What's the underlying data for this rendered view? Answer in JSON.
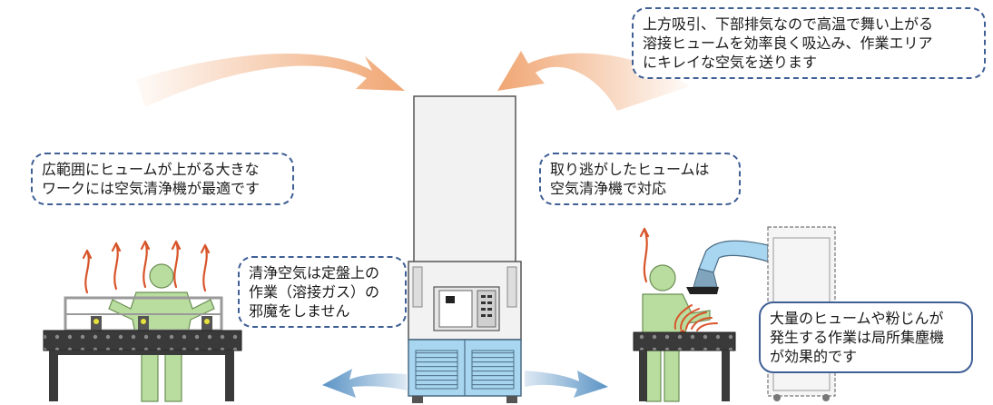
{
  "callouts": {
    "top_right": {
      "lines": [
        "上方吸引、下部排気なので高温で舞い上がる",
        "溶接ヒュームを効率良く吸込み、作業エリア",
        "にキレイな空気を送ります"
      ]
    },
    "left": {
      "lines": [
        "広範囲にヒュームが上がる大きな",
        "ワークには空気清浄機が最適です"
      ]
    },
    "center_right": {
      "lines": [
        "取り逃がしたヒュームは",
        "空気清浄機で対応"
      ]
    },
    "center": {
      "lines": [
        "清浄空気は定盤上の",
        "作業（溶接ガス）の",
        "邪魔をしません"
      ]
    },
    "bottom_right": {
      "lines": [
        "大量のヒュームや粉じんが",
        "発生する作業は局所集塵機",
        "が効果的です"
      ]
    }
  },
  "colors": {
    "intake_arrow": "#f0a673",
    "exhaust_arrow": "#5a93c5",
    "fume": "#d8552a",
    "worker": "#b9dc9f",
    "table": "#3a3a3a",
    "unit_body": "#f2f2f2",
    "unit_base": "#a8d6f0",
    "callout_border": "#3f5f95"
  }
}
